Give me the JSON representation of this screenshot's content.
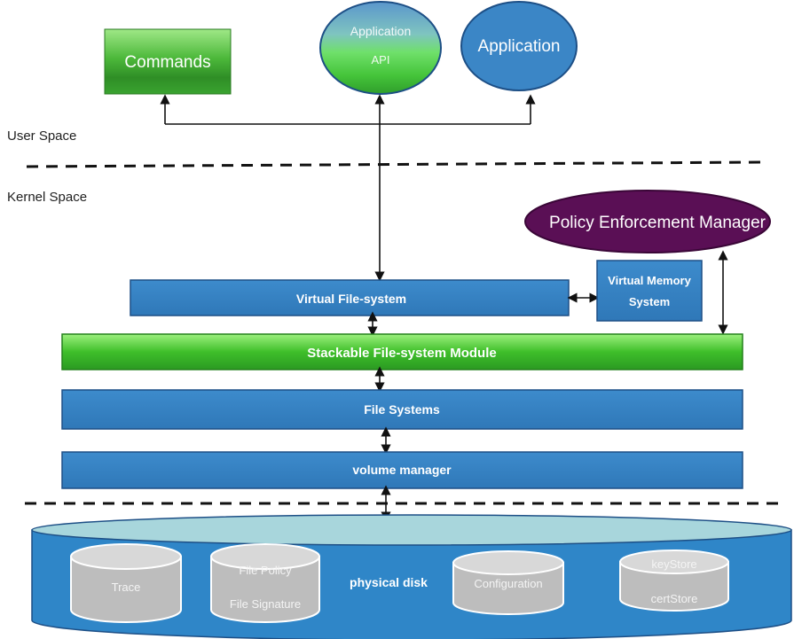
{
  "user_space": {
    "label": "User Space",
    "commands": "Commands",
    "application_api": {
      "line1": "Application",
      "line2": "API"
    },
    "application": "Application"
  },
  "kernel_space": {
    "label": "Kernel Space",
    "policy_enforcement_manager": "Policy Enforcement Manager",
    "virtual_file_system": "Virtual File-system",
    "virtual_memory_system": {
      "line1": "Virtual Memory",
      "line2": "System"
    },
    "stackable_module": "Stackable File-system Module",
    "file_systems": "File Systems",
    "volume_manager": "volume manager"
  },
  "storage": {
    "physical_disk": "physical disk",
    "disks": [
      {
        "line1": "Trace",
        "line2": ""
      },
      {
        "line1": "File Policy",
        "line2": "File Signature"
      },
      {
        "line1": "Configuration",
        "line2": ""
      },
      {
        "line1": "keyStore",
        "line2": "certStore"
      }
    ]
  },
  "colors": {
    "blue_box": "#3b86c6",
    "blue_border": "#1d4f86",
    "green_module": "#3fbf2a",
    "purple_manager": "#5a0f55",
    "disk_body": "#bdbdbd",
    "cylinder_body": "#2f86c8",
    "cylinder_top": "#a8d6dc"
  }
}
